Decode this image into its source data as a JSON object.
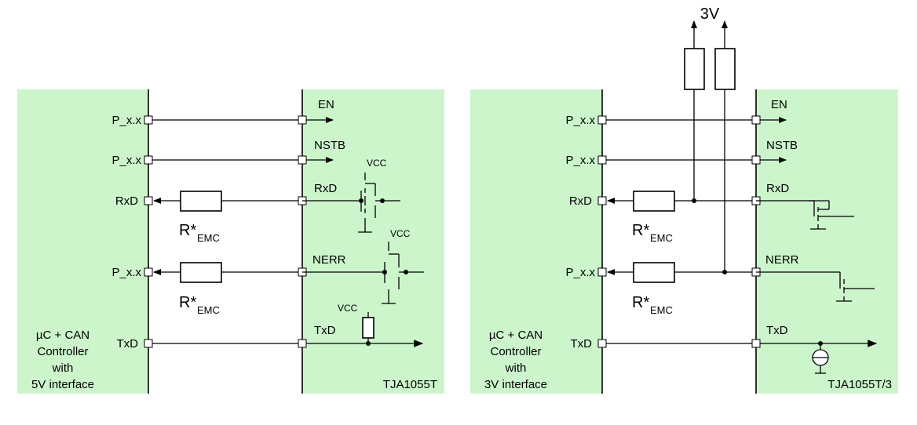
{
  "left": {
    "controller_label_lines": [
      "µC + CAN",
      "Controller",
      "with",
      "5V interface"
    ],
    "chip_name": "TJA1055T",
    "controller_pins": [
      "P_x.x",
      "P_x.x",
      "RxD",
      "P_x.x",
      "TxD"
    ],
    "chip_pins": [
      "EN",
      "NSTB",
      "RxD",
      "NERR",
      "TxD"
    ],
    "resistor_label": "R*",
    "resistor_sub": "EMC",
    "vcc_label": "VCC"
  },
  "right": {
    "controller_label_lines": [
      "µC + CAN",
      "Controller",
      "with",
      "3V interface"
    ],
    "chip_name": "TJA1055T/3",
    "controller_pins": [
      "P_x.x",
      "P_x.x",
      "RxD",
      "P_x.x",
      "TxD"
    ],
    "chip_pins": [
      "EN",
      "NSTB",
      "RxD",
      "NERR",
      "TxD"
    ],
    "resistor_label": "R*",
    "resistor_sub": "EMC",
    "supply_label": "3V"
  }
}
